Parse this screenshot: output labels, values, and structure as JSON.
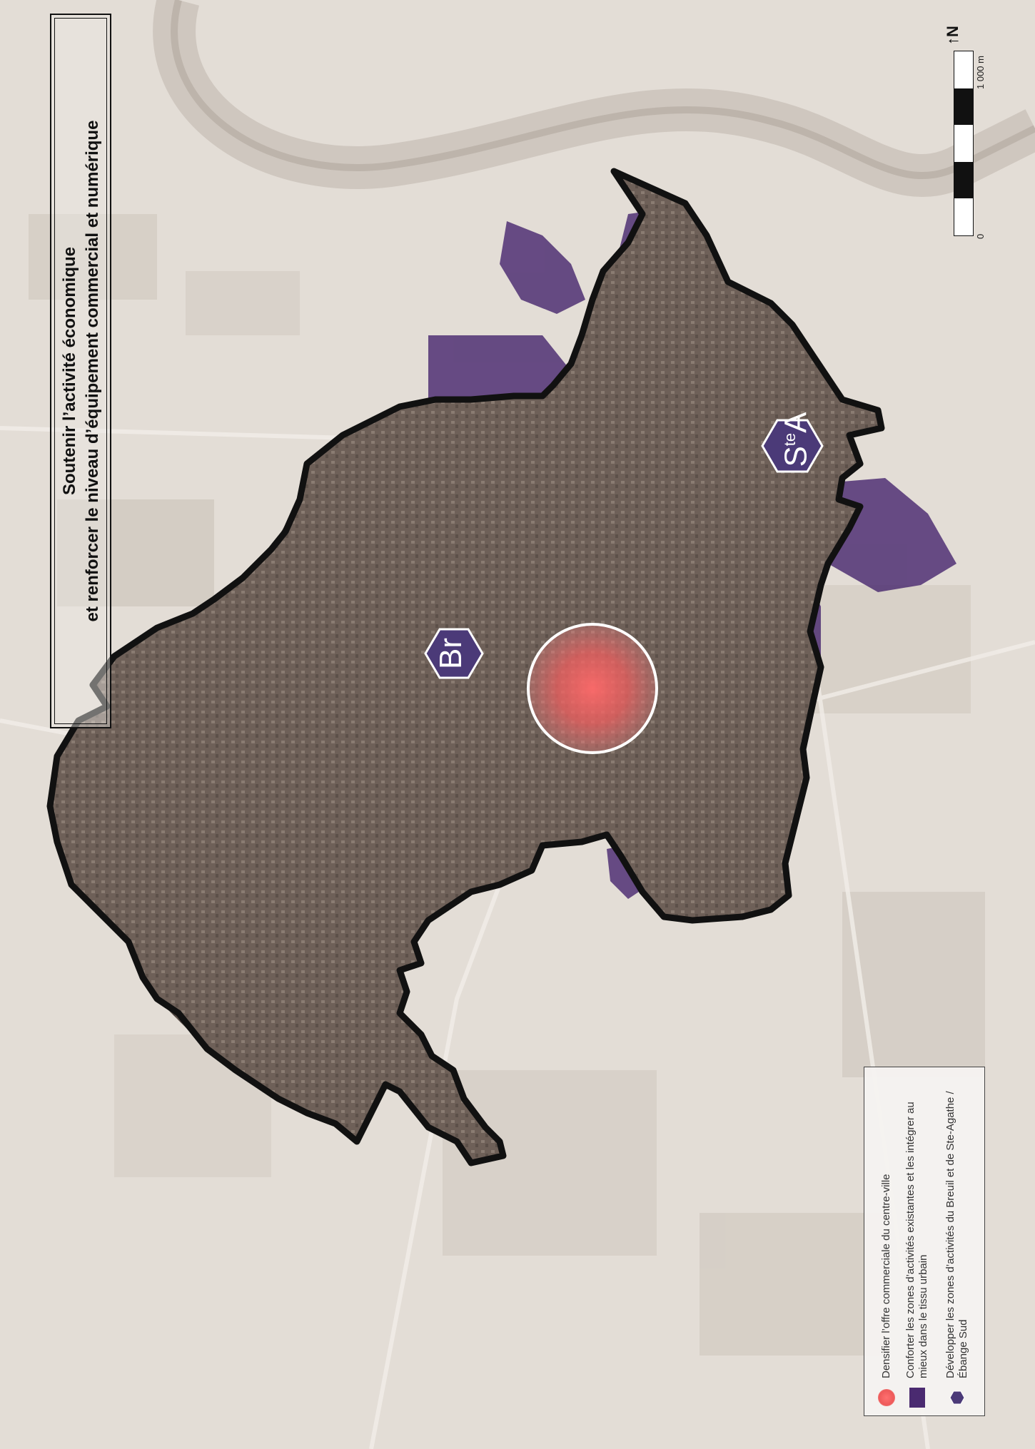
{
  "title": {
    "line1": "Soutenir l’activité économique",
    "line2": "et renforcer le niveau d’équipement commercial et numérique"
  },
  "legend": {
    "items": [
      {
        "symbol": "red-circle-icon",
        "text": "Densifier l’offre commerciale du centre-ville"
      },
      {
        "symbol": "purple-zone-icon",
        "text": "Conforter les zones d’activités existantes et les intégrer au mieux dans le tissu urbain"
      },
      {
        "symbol": "hexagon-icon",
        "text": "Développer les zones d’activités du Breuil et de Ste-Agathe / Ébange Sud"
      }
    ]
  },
  "scale": {
    "start": "0",
    "end": "1 000 m"
  },
  "north": "N",
  "zones": {
    "breuil": "Br",
    "sainte_agathe_s": "S",
    "sainte_agathe_te": "te",
    "sainte_agathe_a": "A"
  },
  "colors": {
    "commune_border": "#111111",
    "activity_zone": "#4a2a70",
    "centre_ville": "#f06060",
    "hexagon": "#4b3a78",
    "background": "#e5e0da"
  }
}
